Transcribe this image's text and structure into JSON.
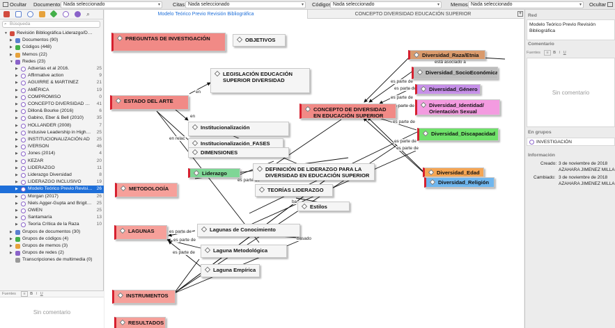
{
  "topbar": {
    "hide_left": "Ocultar",
    "hide_right": "Ocultar",
    "filters": [
      {
        "label": "Documentos",
        "value": "Nada seleccionado"
      },
      {
        "label": "Citas",
        "value": "Nada seleccionado"
      },
      {
        "label": "Códigos",
        "value": "Nada seleccionado"
      },
      {
        "label": "Memos",
        "value": "Nada seleccionado"
      }
    ]
  },
  "sidebar": {
    "search_placeholder": "Búsqueda",
    "tree": [
      {
        "level": 0,
        "twisty": "▼",
        "label": "Revisión Bibliográfica Liderazgo/Divers…",
        "count": "",
        "color": "#d24b3e"
      },
      {
        "level": 1,
        "twisty": "▶",
        "label": "Documentos (90)",
        "count": "",
        "color": "#5b7fcf"
      },
      {
        "level": 1,
        "twisty": "▶",
        "label": "Códigos (448)",
        "count": "",
        "color": "#44b04a"
      },
      {
        "level": 1,
        "twisty": "▶",
        "label": "Memos (22)",
        "count": "",
        "color": "#e6a23c"
      },
      {
        "level": 1,
        "twisty": "▼",
        "label": "Redes (23)",
        "count": "",
        "color": "#8a63c9"
      },
      {
        "level": 2,
        "twisty": "▶",
        "label": "Adserias et al 2016.",
        "count": "25",
        "color": "#8a63c9"
      },
      {
        "level": 2,
        "twisty": "▶",
        "label": "Affirmative action",
        "count": "9",
        "color": "#8a63c9"
      },
      {
        "level": 2,
        "twisty": "▶",
        "label": "AGUIRRE & MARTINEZ",
        "count": "21",
        "color": "#8a63c9"
      },
      {
        "level": 2,
        "twisty": "▶",
        "label": "AMÉRICA",
        "count": "19",
        "color": "#8a63c9"
      },
      {
        "level": 2,
        "twisty": "▶",
        "label": "COMPROMISO",
        "count": "0",
        "color": "#8a63c9"
      },
      {
        "level": 2,
        "twisty": "▶",
        "label": "CONCEPTO DIVERSIDAD ED…",
        "count": "41",
        "color": "#8a63c9"
      },
      {
        "level": 2,
        "twisty": "▶",
        "label": "Dillon& Bourke (2016)",
        "count": "6",
        "color": "#8a63c9"
      },
      {
        "level": 2,
        "twisty": "▶",
        "label": "Gabino, Eber & Bell (2010)",
        "count": "35",
        "color": "#8a63c9"
      },
      {
        "level": 2,
        "twisty": "▶",
        "label": "HOLLANDER (2008)",
        "count": "7",
        "color": "#8a63c9"
      },
      {
        "level": 2,
        "twisty": "▶",
        "label": "Inclusive Leadership in Highe…",
        "count": "25",
        "color": "#8a63c9"
      },
      {
        "level": 2,
        "twisty": "▶",
        "label": "INSTITUCIONALIZACIÓN AD",
        "count": "25",
        "color": "#8a63c9"
      },
      {
        "level": 2,
        "twisty": "▶",
        "label": "IVERSON",
        "count": "46",
        "color": "#8a63c9"
      },
      {
        "level": 2,
        "twisty": "▶",
        "label": "Jones (2014)",
        "count": "4",
        "color": "#8a63c9"
      },
      {
        "level": 2,
        "twisty": "▶",
        "label": "KEZAR",
        "count": "20",
        "color": "#8a63c9"
      },
      {
        "level": 2,
        "twisty": "▶",
        "label": "LIDERAZGO",
        "count": "11",
        "color": "#8a63c9"
      },
      {
        "level": 2,
        "twisty": "▶",
        "label": "Liderazgo Diversidad",
        "count": "8",
        "color": "#8a63c9"
      },
      {
        "level": 2,
        "twisty": "▶",
        "label": "LIDERAZGO INCLUSIVO",
        "count": "19",
        "color": "#8a63c9"
      },
      {
        "level": 2,
        "twisty": "▶",
        "label": "Modelo Teórico Previo Revisi…",
        "count": "26",
        "color": "#8a63c9",
        "selected": true
      },
      {
        "level": 2,
        "twisty": "▶",
        "label": "Morgan (2017)",
        "count": "26",
        "color": "#8a63c9"
      },
      {
        "level": 2,
        "twisty": "▶",
        "label": "Niels Agger-Gupta and Brigit…",
        "count": "25",
        "color": "#8a63c9"
      },
      {
        "level": 2,
        "twisty": "▶",
        "label": "OWEN",
        "count": "25",
        "color": "#8a63c9"
      },
      {
        "level": 2,
        "twisty": "▶",
        "label": "Santamaría",
        "count": "13",
        "color": "#8a63c9"
      },
      {
        "level": 2,
        "twisty": "▶",
        "label": "Teoría Crítica de la Raza",
        "count": "10",
        "color": "#8a63c9"
      },
      {
        "level": 1,
        "twisty": "▶",
        "label": "Grupos de documentos (30)",
        "count": "",
        "color": "#5b7fcf"
      },
      {
        "level": 1,
        "twisty": "▶",
        "label": "Grupos de códigos (4)",
        "count": "",
        "color": "#44b04a"
      },
      {
        "level": 1,
        "twisty": "▶",
        "label": "Grupos de memos (3)",
        "count": "",
        "color": "#e6a23c"
      },
      {
        "level": 1,
        "twisty": "▶",
        "label": "Grupos de redes (2)",
        "count": "",
        "color": "#8a63c9"
      },
      {
        "level": 1,
        "twisty": "",
        "label": "Transcripciones de multimedia (0)",
        "count": "",
        "color": "#999999"
      }
    ],
    "format_label": "Fuentes",
    "comment": "Sin comentario"
  },
  "center": {
    "tabs": [
      "Modelo Teórico Previo Revisión Bibliográfica",
      "CONCEPTO DIVERSIDAD EDUCACIÓN SUPERIOR"
    ],
    "nodes": [
      {
        "id": "preguntas",
        "label": "PREGUNTAS DE INVESTIGACIÓN",
        "kind": "code",
        "color": "red"
      },
      {
        "id": "objetivos",
        "label": "OBJETIVOS",
        "kind": "plain"
      },
      {
        "id": "legislacion",
        "label": "LEGISLACIÓN EDUCACIÓN SUPERIOR DIVERSIDAD",
        "kind": "plain"
      },
      {
        "id": "estado",
        "label": "ESTADO DEL ARTE",
        "kind": "code",
        "color": "red"
      },
      {
        "id": "concepto",
        "label": "CONCEPTO DE DIVERSIDAD EN EDUCACIÓN SUPERIOR",
        "kind": "code",
        "color": "red"
      },
      {
        "id": "raza",
        "label": "Diversidad_Raza/Etnia",
        "kind": "code",
        "bg": "#d99a6c"
      },
      {
        "id": "socio",
        "label": "Diversidad_SocioEconómica",
        "kind": "code",
        "bg": "#bdbdbd"
      },
      {
        "id": "genero",
        "label": "Diversidad_Género",
        "kind": "code",
        "bg": "#c690e8"
      },
      {
        "id": "identidad",
        "label": "Diversidad_Identidad/ Orientación Sexual",
        "kind": "code",
        "bg": "#f39be0"
      },
      {
        "id": "discapacidad",
        "label": "Diversidad_Discapacidad",
        "kind": "code",
        "bg": "#6fe16a"
      },
      {
        "id": "edad",
        "label": "Diversidad_Edad",
        "kind": "code",
        "bg": "#f5a655"
      },
      {
        "id": "religion",
        "label": "Diversidad_Religión",
        "kind": "code",
        "bg": "#6fb6ee"
      },
      {
        "id": "institucionalizacion",
        "label": "Institucionalización",
        "kind": "plain"
      },
      {
        "id": "fases",
        "label": "Institucionalización_FASES",
        "kind": "plain"
      },
      {
        "id": "dimensiones",
        "label": "DIMENSIONES",
        "kind": "plain"
      },
      {
        "id": "liderazgo",
        "label": "Liderazgo",
        "kind": "code",
        "bg": "#7fd696"
      },
      {
        "id": "definicion",
        "label": "DEFINICIÓN DE LIDERAZGO PARA LA DIVERSIDAD EN EDUCACIÓN SUPERIOR",
        "kind": "plain"
      },
      {
        "id": "teorias",
        "label": "TEORÍAS LIDERAZGO",
        "kind": "plain"
      },
      {
        "id": "estilos",
        "label": "Estilos",
        "kind": "plain"
      },
      {
        "id": "metodologia",
        "label": "METODOLOGÍA",
        "kind": "code",
        "color": "salmon"
      },
      {
        "id": "lagunas",
        "label": "LAGUNAS",
        "kind": "code",
        "color": "salmon"
      },
      {
        "id": "lagunas_con",
        "label": "Lagunas de Conocimiento",
        "kind": "plain"
      },
      {
        "id": "laguna_met",
        "label": "Laguna Metodológica",
        "kind": "plain"
      },
      {
        "id": "laguna_emp",
        "label": "Laguna Empírica",
        "kind": "plain"
      },
      {
        "id": "instrumentos",
        "label": "INSTRUMENTOS",
        "kind": "code",
        "color": "salmon"
      },
      {
        "id": "resultados",
        "label": "RESULTADOS",
        "kind": "code",
        "color": "salmon"
      }
    ],
    "edge_labels": {
      "en1": "en",
      "en2": "en",
      "relac": "en relac",
      "asociado": "está asociado a",
      "pd1": "es parte de",
      "pd2": "es parte de",
      "pd3": "es parte de",
      "pd4": "es parte de",
      "pd5": "es parte de",
      "pd6": "es parte de",
      "pd7": "es parte de",
      "pd8": "es parte de",
      "pd9": "es parte de",
      "pd10": "es parte de",
      "pd11": "es parte de",
      "ba": "ba",
      "basado": "basado"
    }
  },
  "right": {
    "red_header": "Red",
    "red_name": "Modelo Teórico Previo Revisión Bibliográfica",
    "comment_header": "Comentario",
    "format_label": "Fuentes",
    "comment": "Sin comentario",
    "groups_header": "En grupos",
    "group": "INVESTIGACIÓN",
    "info_header": "Información",
    "created_label": "Creado:",
    "created_date": "3 de noviembre de 2018",
    "created_by": "AZAHARA JIMENEZ MILLA",
    "changed_label": "Cambiado:",
    "changed_date": "3 de noviembre de 2018",
    "changed_by": "AZAHARA JIMENEZ MILLA"
  }
}
